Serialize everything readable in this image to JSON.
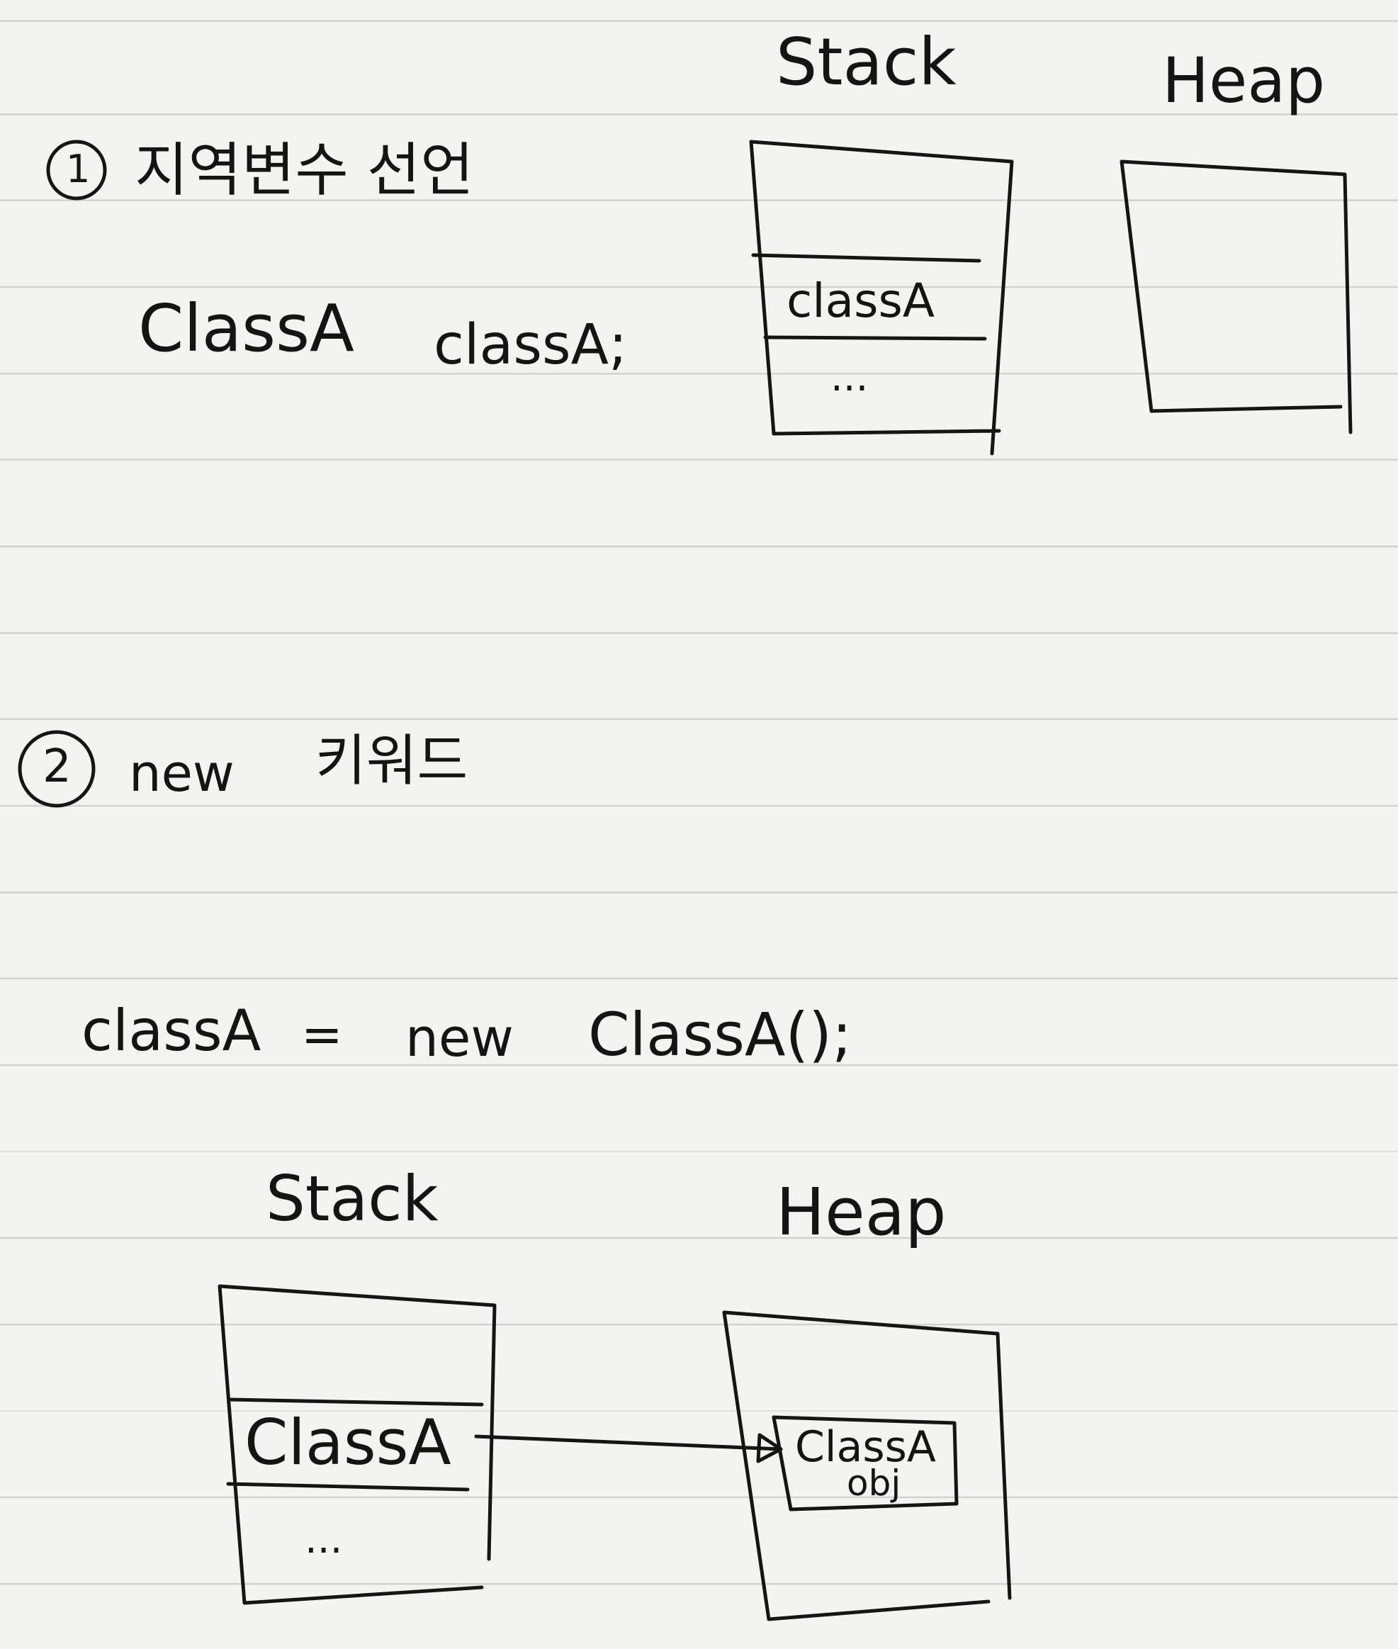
{
  "section1": {
    "number": "1",
    "title": "지역변수 선언",
    "code": {
      "type": "ClassA",
      "variable": "classA;"
    },
    "stack": {
      "label": "Stack",
      "slot": "classA",
      "ellipsis": "..."
    },
    "heap": {
      "label": "Heap"
    }
  },
  "section2": {
    "number": "2",
    "title_keyword": "new",
    "title_word": "키워드",
    "code": {
      "lhs": "classA",
      "equals": "=",
      "keyword": "new",
      "rhs": "ClassA();"
    },
    "stack": {
      "label": "Stack",
      "slot": "ClassA",
      "ellipsis": "..."
    },
    "heap": {
      "label": "Heap",
      "object_line1": "ClassA",
      "object_line2": "obj"
    }
  }
}
